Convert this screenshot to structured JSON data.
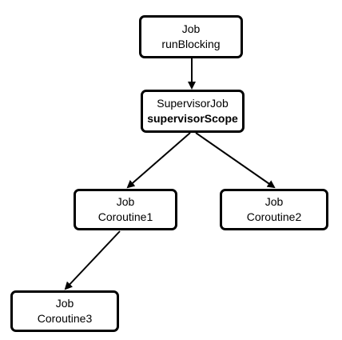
{
  "nodes": {
    "run_blocking": {
      "line1": "Job",
      "line2": "runBlocking"
    },
    "supervisor": {
      "line1": "SupervisorJob",
      "line2": "supervisorScope"
    },
    "coroutine1": {
      "line1": "Job",
      "line2": "Coroutine1"
    },
    "coroutine2": {
      "line1": "Job",
      "line2": "Coroutine2"
    },
    "coroutine3": {
      "line1": "Job",
      "line2": "Coroutine3"
    }
  },
  "edges": [
    {
      "from": "run_blocking",
      "to": "supervisor"
    },
    {
      "from": "supervisor",
      "to": "coroutine1"
    },
    {
      "from": "supervisor",
      "to": "coroutine2"
    },
    {
      "from": "coroutine1",
      "to": "coroutine3"
    }
  ],
  "colors": {
    "stroke": "#000000",
    "background": "#ffffff"
  }
}
